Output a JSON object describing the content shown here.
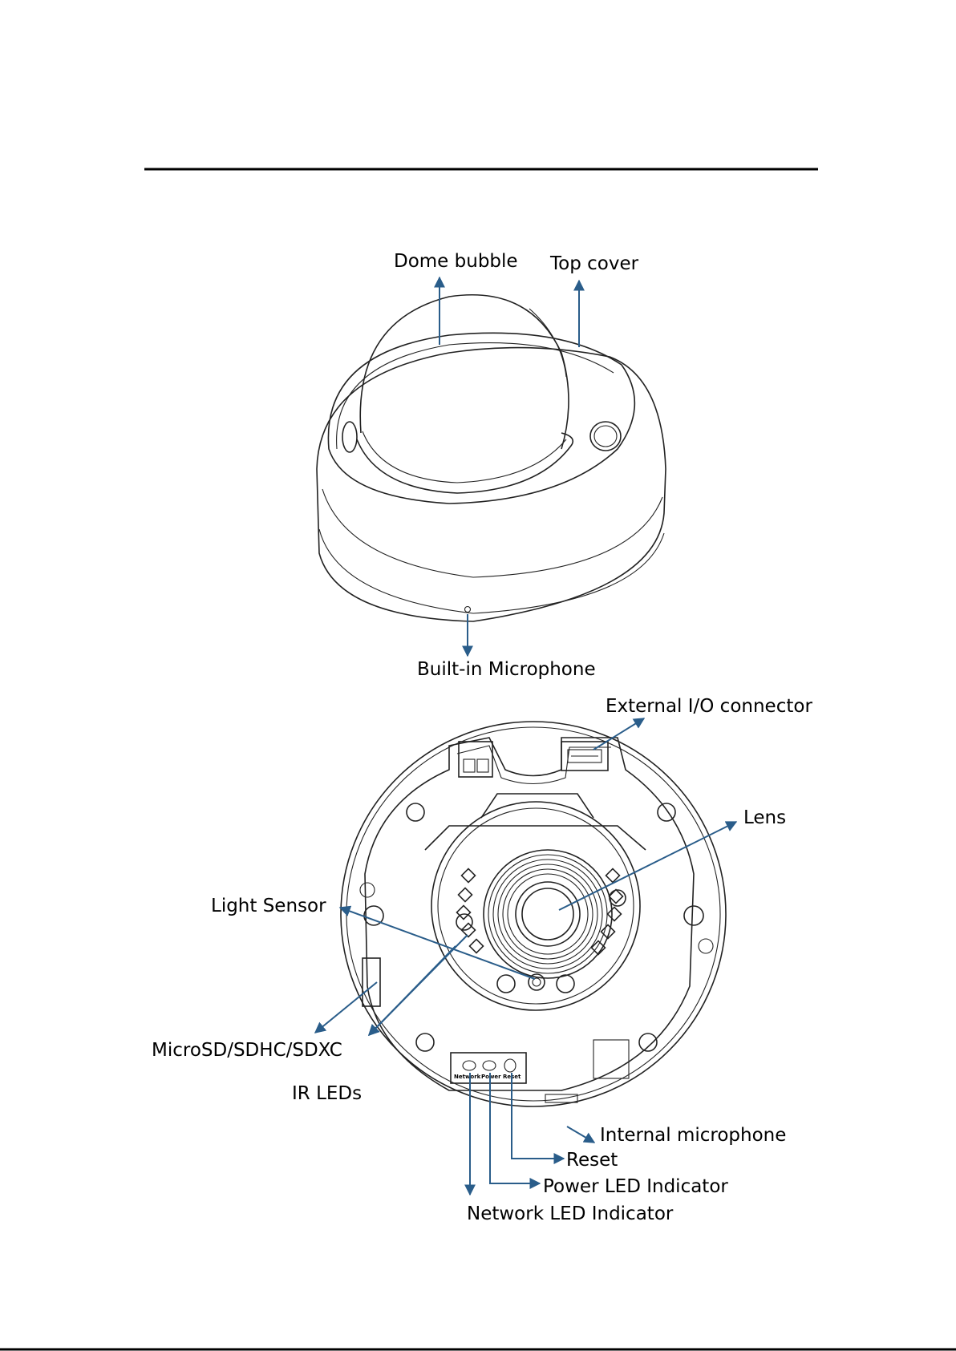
{
  "colors": {
    "arrow": "#2a5d8a",
    "line": "#222222",
    "text": "#000000",
    "background": "#ffffff"
  },
  "labels": {
    "dome_bubble": "Dome bubble",
    "top_cover": "Top cover",
    "builtin_microphone": "Built-in Microphone",
    "external_io": "External I/O connector",
    "lens": "Lens",
    "light_sensor": "Light Sensor",
    "microsd": "MicroSD/SDHC/SDXC",
    "ir_leds": "IR LEDs",
    "internal_microphone": "Internal microphone",
    "reset": "Reset",
    "power_led": "Power LED Indicator",
    "network_led": "Network LED Indicator"
  },
  "panel_text": {
    "network": "Network",
    "power": "Power",
    "reset": "Reset"
  }
}
